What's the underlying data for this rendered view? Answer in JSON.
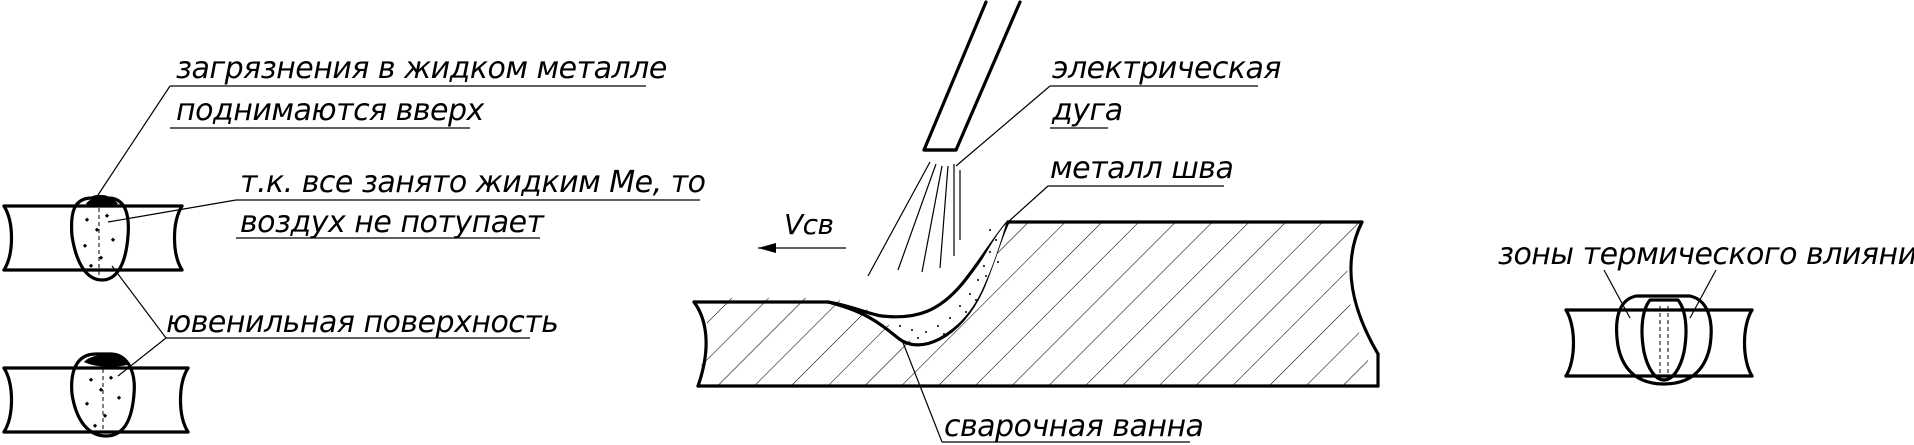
{
  "labels": {
    "contaminants_line1": "загрязнения в жидком металле",
    "contaminants_line2": "поднимаются вверх",
    "air_line1": "т.к. все занято жидким Ме, то",
    "air_line2": "воздух не потупает",
    "juvenile": "ювенильная поверхность",
    "arc_line1": "электрическая",
    "arc_line2": "дуга",
    "seam_metal": "металл шва",
    "velocity": "Vсв",
    "weld_pool": "сварочная ванна",
    "haz": "зоны термического влияния"
  },
  "colors": {
    "ink": "#000000",
    "background": "#ffffff"
  }
}
